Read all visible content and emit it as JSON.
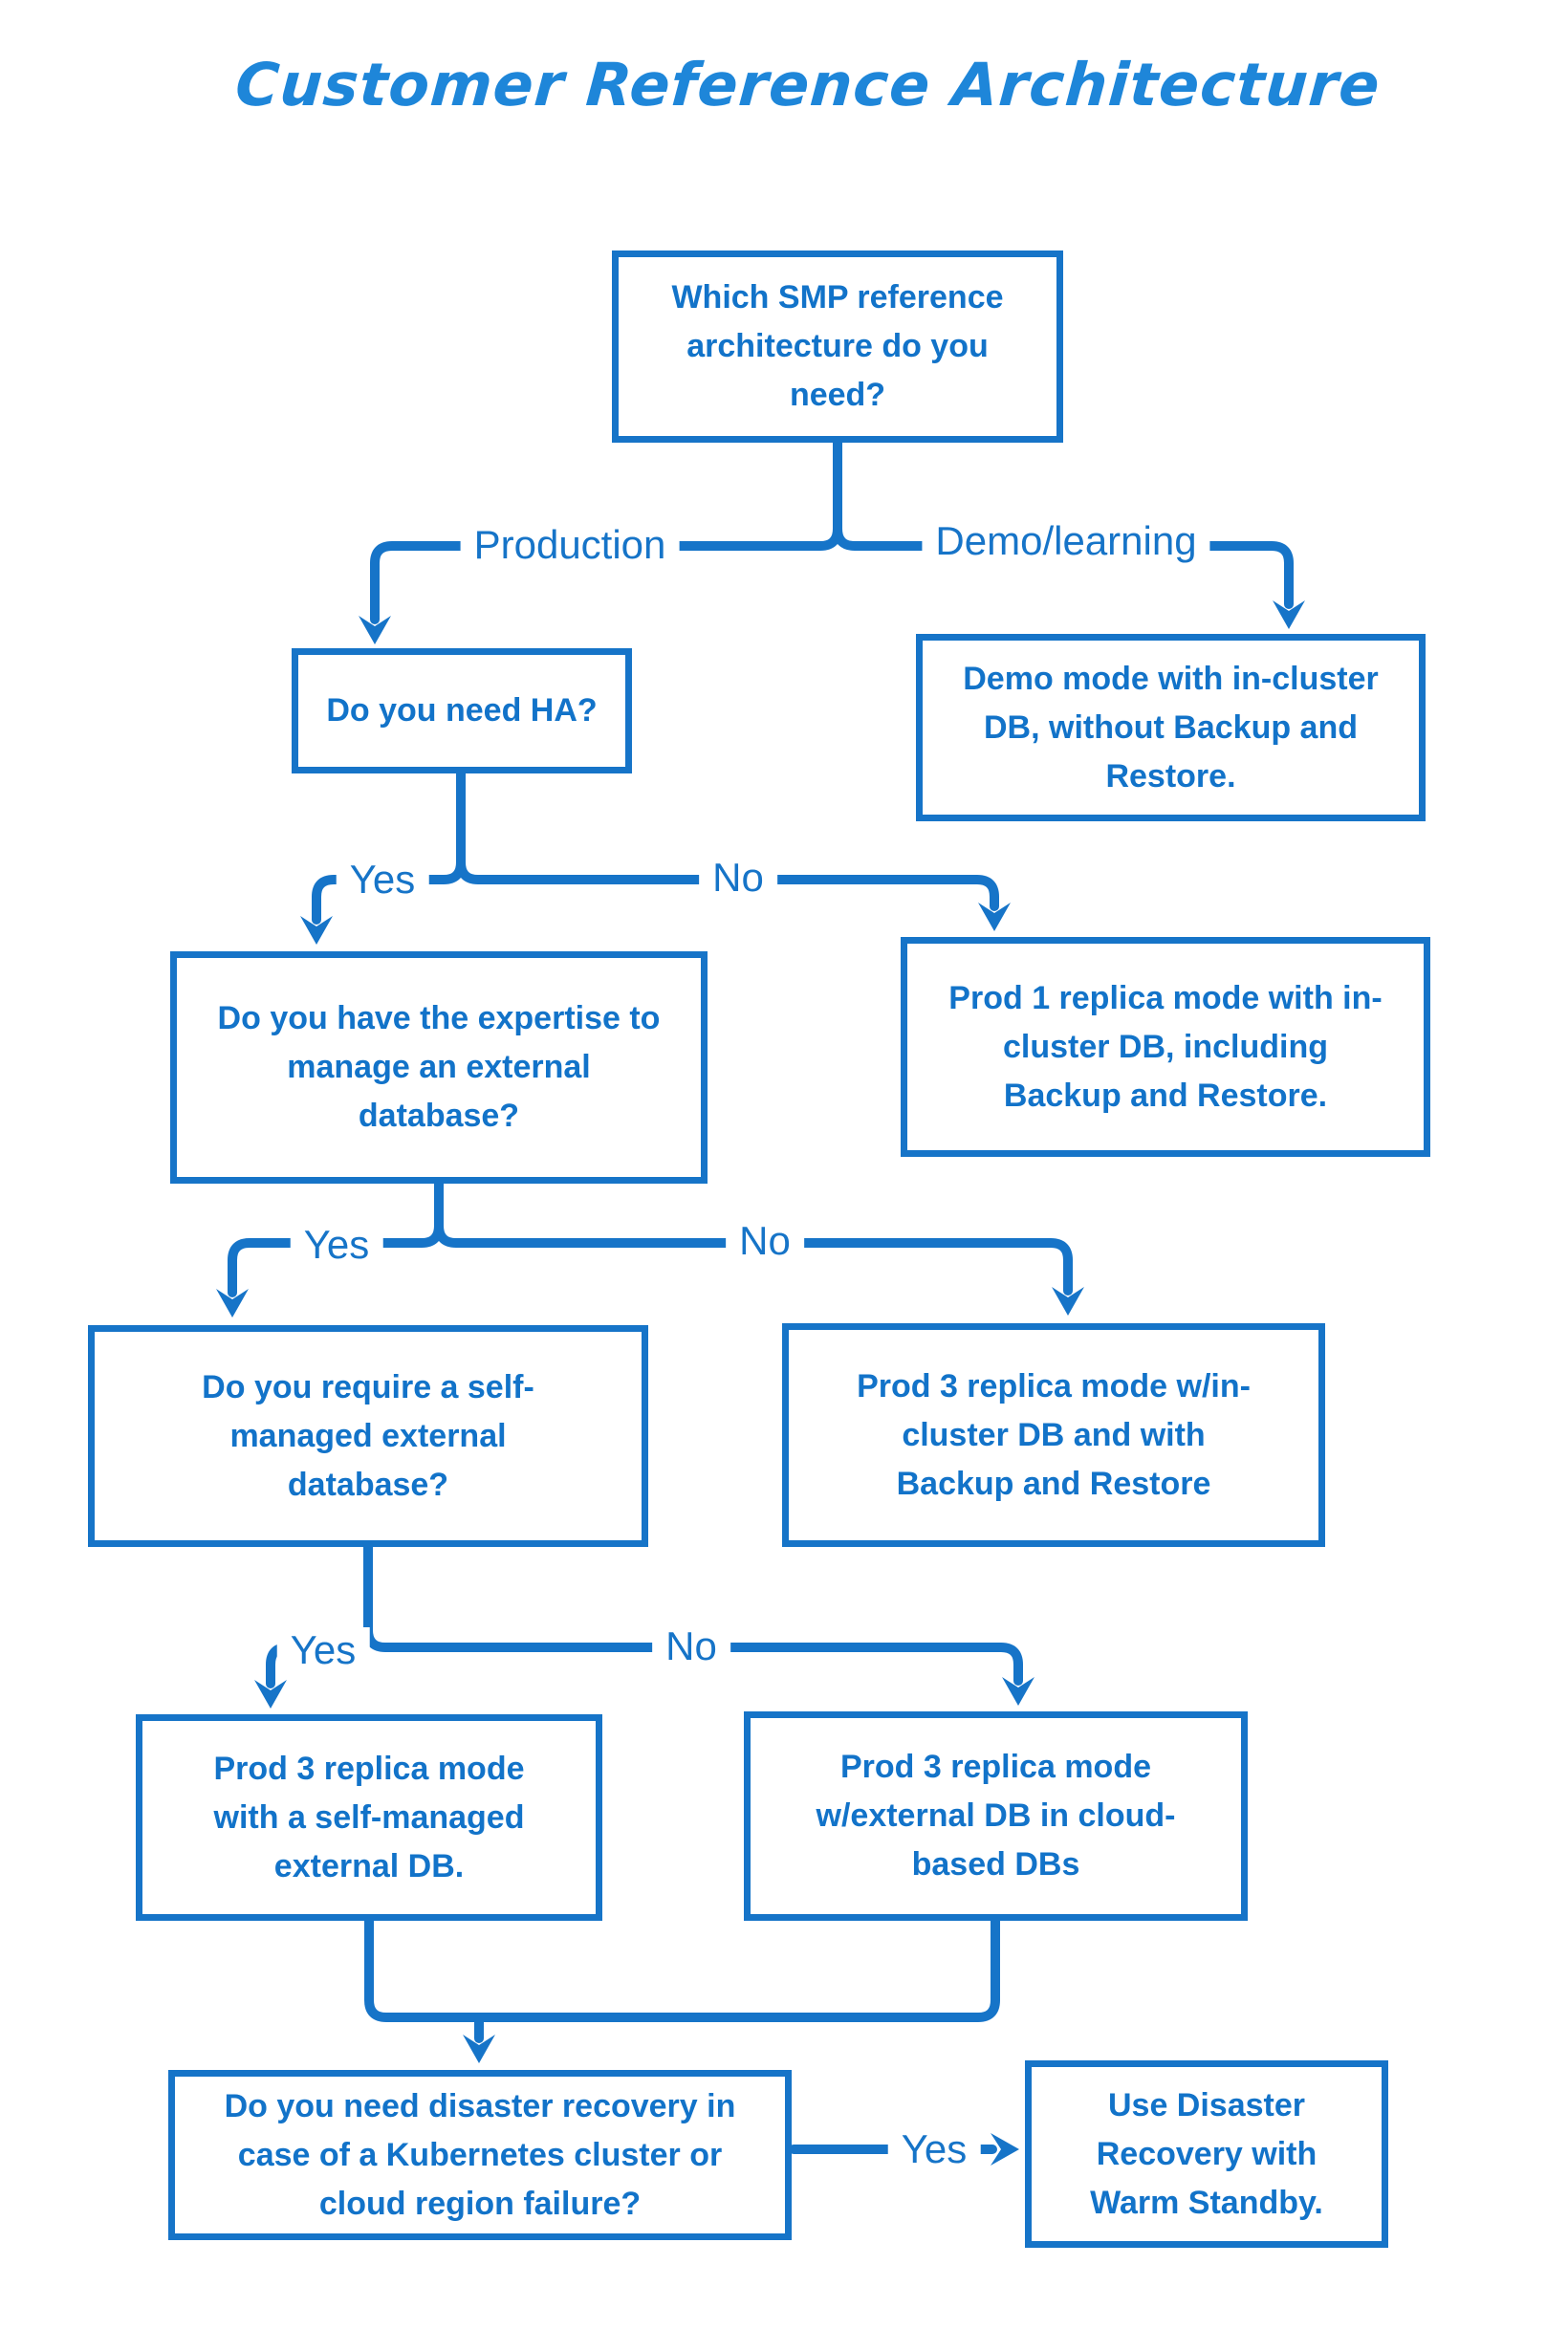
{
  "title": "Customer Reference Architecture",
  "colors": {
    "accent": "#1674C8",
    "node_text": "#1273C9",
    "title_blue": "#1E86D9",
    "background": "#FFFFFF"
  },
  "nodes": {
    "q1": "Which SMP reference architecture do you need?",
    "q2": "Do you need HA?",
    "r1": "Demo mode with in-cluster DB, without Backup and Restore.",
    "q3": "Do you have the expertise to manage an external database?",
    "r2": "Prod 1 replica mode with in-cluster DB, including Backup and Restore.",
    "q4": "Do you require a self-managed external database?",
    "r3": "Prod 3 replica mode w/in-cluster DB and with Backup and Restore",
    "r4": "Prod 3 replica mode with a self-managed external DB.",
    "r5": "Prod 3 replica mode w/external DB in cloud-based DBs",
    "q5": "Do you need disaster recovery in case of a Kubernetes cluster or cloud region failure?",
    "r6": "Use Disaster Recovery with Warm Standby."
  },
  "edge_labels": {
    "production": "Production",
    "demo_learning": "Demo/learning",
    "ha_yes": "Yes",
    "ha_no": "No",
    "expertise_yes": "Yes",
    "expertise_no": "No",
    "selfmanaged_yes": "Yes",
    "selfmanaged_no": "No",
    "dr_yes": "Yes"
  }
}
